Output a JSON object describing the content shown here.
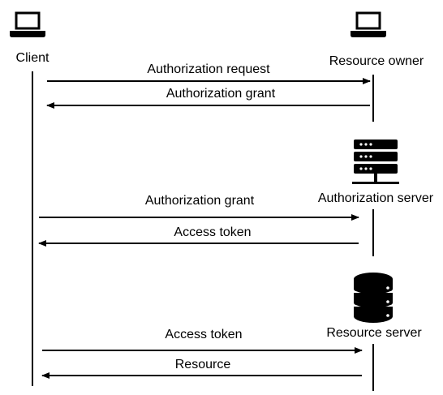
{
  "actors": {
    "client": {
      "label": "Client",
      "icon": "laptop-icon"
    },
    "resource_owner": {
      "label": "Resource owner",
      "icon": "laptop-icon"
    },
    "authorization_server": {
      "label": "Authorization server",
      "icon": "server-rack-icon"
    },
    "resource_server": {
      "label": "Resource server",
      "icon": "database-icon"
    }
  },
  "messages": [
    {
      "label": "Authorization request",
      "from": "Client",
      "to": "Resource owner"
    },
    {
      "label": "Authorization grant",
      "from": "Resource owner",
      "to": "Client"
    },
    {
      "label": "Authorization grant",
      "from": "Client",
      "to": "Authorization server"
    },
    {
      "label": "Access token",
      "from": "Authorization server",
      "to": "Client"
    },
    {
      "label": "Access token",
      "from": "Client",
      "to": "Resource server"
    },
    {
      "label": "Resource",
      "from": "Resource server",
      "to": "Client"
    }
  ]
}
